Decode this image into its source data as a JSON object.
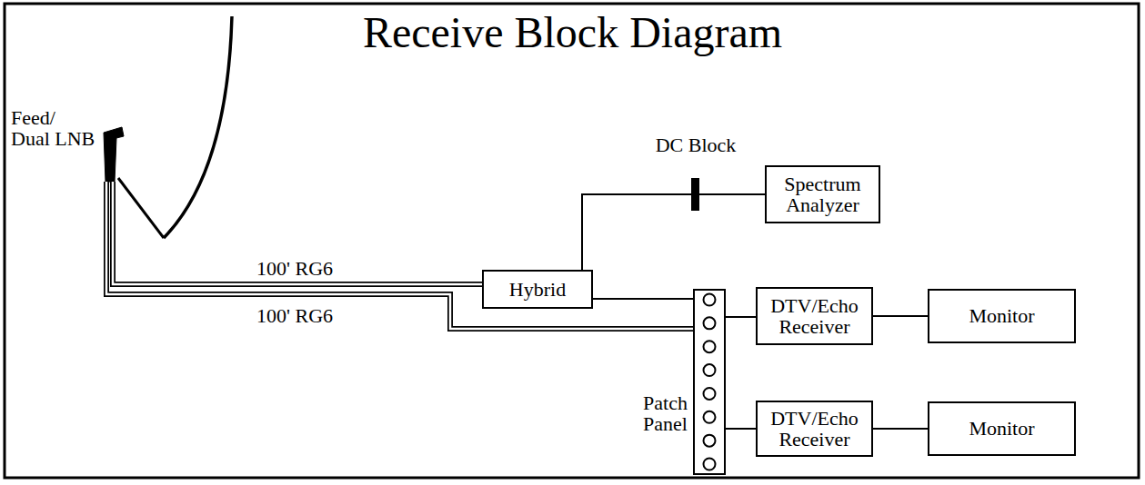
{
  "diagram": {
    "title": "Receive Block Diagram",
    "nodes": [
      {
        "text": [
          "Spectrum Analyzer"
        ]
      },
      {
        "text": [
          "Hybrid"
        ]
      },
      {
        "text": [
          "Patch Panel"
        ]
      },
      {
        "text": [
          "DTV/Echo Receiver"
        ]
      },
      {
        "text": [
          "Monitor"
        ]
      },
      {
        "text": [
          "DTV/Echo Receiver"
        ]
      },
      {
        "text": [
          "Monitor"
        ]
      }
    ],
    "edges": [
      {
        "from": 1,
        "to": 0,
        "arrow": "none"
      },
      {
        "from": 1,
        "to": 2,
        "arrow": "none"
      },
      {
        "from": 2,
        "to": 3,
        "arrow": "none"
      },
      {
        "from": 3,
        "to": 4,
        "arrow": "none"
      },
      {
        "from": 2,
        "to": 5,
        "arrow": "none"
      },
      {
        "from": 5,
        "to": 6,
        "arrow": "none"
      }
    ],
    "labels": [
      "Feed/ Dual LNB",
      "DC Block",
      "100' RG6",
      "100' RG6"
    ]
  }
}
